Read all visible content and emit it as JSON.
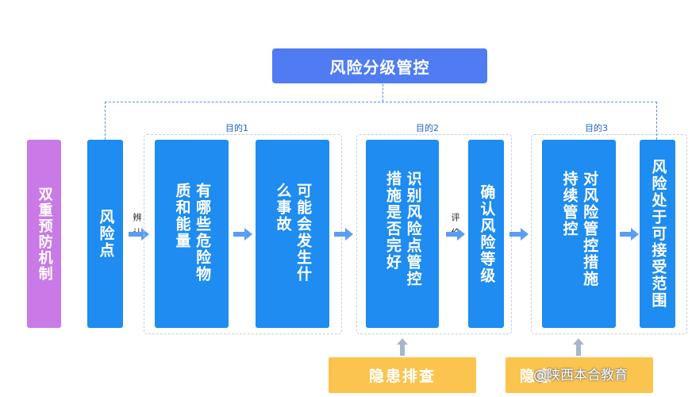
{
  "header": {
    "title": "风险分级管控"
  },
  "left_label": "双重预防机制",
  "boxes": {
    "risk_point": "风险点",
    "hazard": "有哪些危险物质和能量",
    "what_happens": "可能会发生什么事故",
    "measures": "识别风险点管控措施是否完好",
    "confirm": "确认风险等级",
    "sustain": "对风险管控措施持续管控",
    "acceptable": "风险处于可接受范围"
  },
  "connectors": {
    "identify": "辨认",
    "evaluate": "评价"
  },
  "goals": {
    "goal1": "目的1",
    "goal2": "目的2",
    "goal3": "目的3"
  },
  "bottom": {
    "hidden_danger": "隐患排查",
    "second_partial": "隐患"
  },
  "watermark": "@陕西本合教育",
  "colors": {
    "primary_blue": "#1e8cf0",
    "header_blue": "#4f7cf3",
    "purple": "#c97ae6",
    "orange": "#fbc44f"
  }
}
